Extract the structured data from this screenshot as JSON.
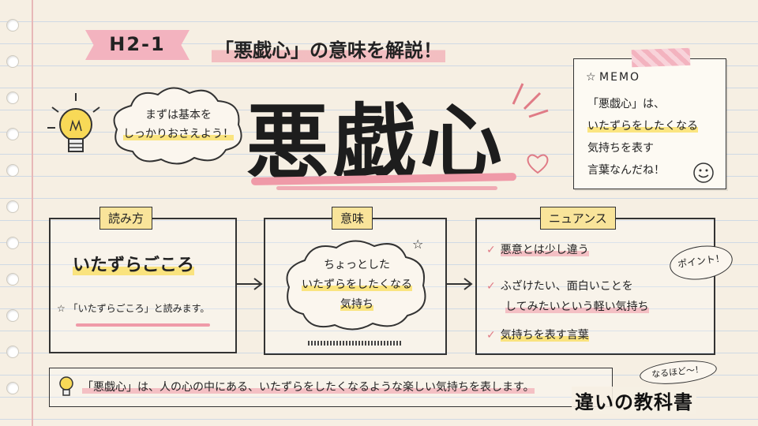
{
  "header": {
    "section": "H2-1",
    "title": "「悪戯心」の意味を解説！"
  },
  "main_word": "悪戯心",
  "cloud_left": {
    "line1": "まずは基本を",
    "line2": "しっかりおさえよう！"
  },
  "memo": {
    "label": "MEMO",
    "line1": "「悪戯心」は、",
    "line2": "いたずらをしたくなる",
    "line3": "気持ちを表す",
    "line4": "言葉なんだね！"
  },
  "yomikata": {
    "tab": "読み方",
    "reading": "いたずらごころ",
    "note": "「いたずらごころ」と読みます。"
  },
  "imi": {
    "tab": "意味",
    "line1": "ちょっとした",
    "line2": "いたずらをしたくなる",
    "line3": "気持ち"
  },
  "nuance": {
    "tab": "ニュアンス",
    "item1": "悪意とは少し違う",
    "item2a": "ふざけたい、面白いことを",
    "item2b": "してみたいという軽い気持ち",
    "item3": "気持ちを表す言葉",
    "point": "ポイント！"
  },
  "footer": {
    "summary": "「悪戯心」は、人の心の中にある、いたずらをしたくなるような楽しい気持ちを表します。",
    "naruhodo": "なるほど〜！",
    "logo": "違いの教科書"
  },
  "colors": {
    "paper": "#f6efe3",
    "ink": "#222222",
    "pink": "#f096a5",
    "yellow": "#fadc50",
    "rule": "#cfd9e4"
  }
}
